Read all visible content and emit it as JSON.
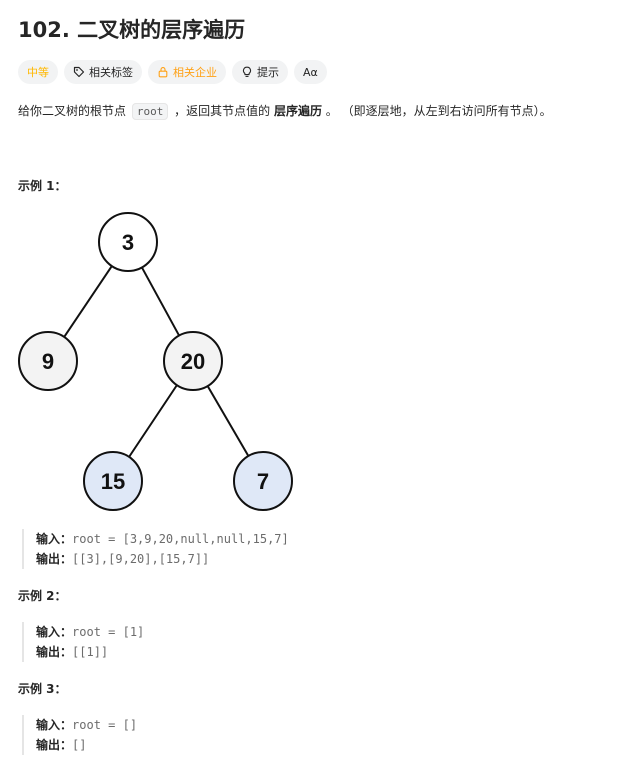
{
  "problem": {
    "title": "102. 二叉树的层序遍历"
  },
  "tags": {
    "difficulty": "中等",
    "related_topics": "相关标签",
    "related_companies": "相关企业",
    "hints": "提示",
    "font_toggle": "Aα"
  },
  "description": {
    "part1": "给你二叉树的根节点 ",
    "code": "root",
    "part2": " ，返回其节点值的 ",
    "bold": "层序遍历",
    "part3": " 。 （即逐层地，从左到右访问所有节点）。"
  },
  "examples": [
    {
      "heading": "示例 1：",
      "tree": {
        "nodes": [
          {
            "id": "n3",
            "value": "3",
            "fill": "#ffffff"
          },
          {
            "id": "n9",
            "value": "9",
            "fill": "#f3f3f3"
          },
          {
            "id": "n20",
            "value": "20",
            "fill": "#f3f3f3"
          },
          {
            "id": "n15",
            "value": "15",
            "fill": "#dfe8f7"
          },
          {
            "id": "n7",
            "value": "7",
            "fill": "#dfe8f7"
          }
        ],
        "edges": [
          [
            "n3",
            "n9"
          ],
          [
            "n3",
            "n20"
          ],
          [
            "n20",
            "n15"
          ],
          [
            "n20",
            "n7"
          ]
        ]
      },
      "input_label": "输入：",
      "input_value": "root = [3,9,20,null,null,15,7]",
      "output_label": "输出：",
      "output_value": "[[3],[9,20],[15,7]]"
    },
    {
      "heading": "示例 2：",
      "input_label": "输入：",
      "input_value": "root = [1]",
      "output_label": "输出：",
      "output_value": "[[1]]"
    },
    {
      "heading": "示例 3：",
      "input_label": "输入：",
      "input_value": "root = []",
      "output_label": "输出：",
      "output_value": "[]"
    }
  ]
}
